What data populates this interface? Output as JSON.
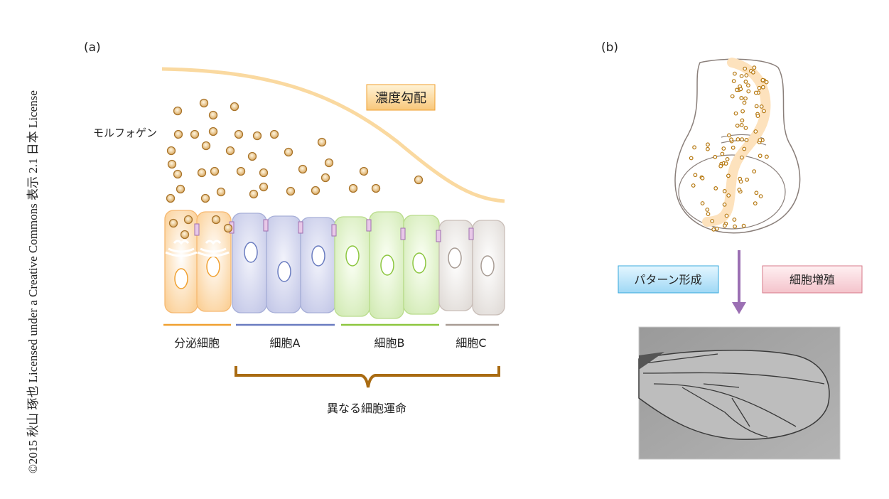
{
  "credit": "©2015 秋山 琢也 Licensed under a Creative Commons 表示 2.1 日本 License",
  "panel_a": {
    "label": "(a)",
    "gradient_label": "濃度勾配",
    "morphogen_label": "モルフォゲン",
    "cell_groups": [
      {
        "label": "分泌細胞",
        "color": "#f0a030"
      },
      {
        "label": "細胞A",
        "color": "#6a7cc0"
      },
      {
        "label": "細胞B",
        "color": "#8cc63f"
      },
      {
        "label": "細胞C",
        "color": "#a89c94"
      }
    ],
    "fate_label": "異なる細胞運命"
  },
  "panel_b": {
    "label": "(b)",
    "pattern_label": "パターン形成",
    "growth_label": "細胞増殖"
  },
  "colors": {
    "arrow": "#9b6fb3",
    "bracket": "#a96b12",
    "morphogen": "#b8860b"
  }
}
